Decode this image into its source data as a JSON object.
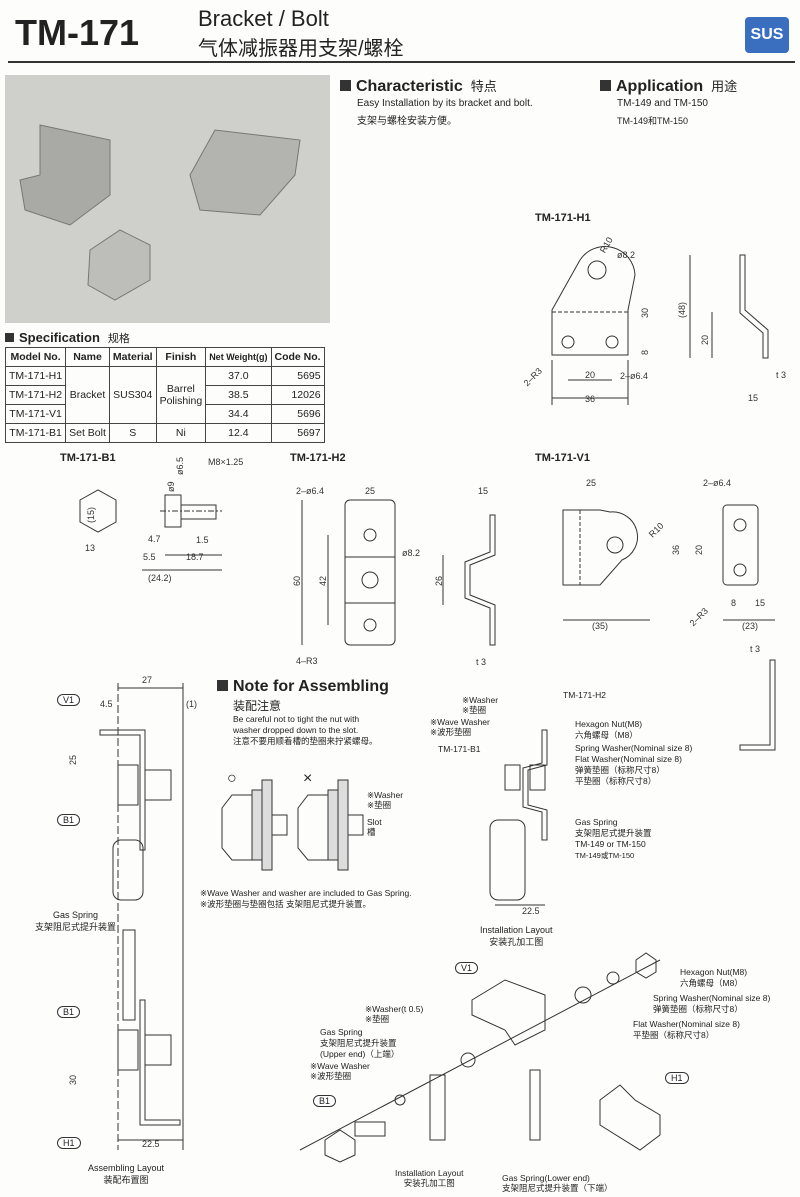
{
  "header": {
    "model": "TM-171",
    "title_en": "Bracket / Bolt",
    "title_cn": "气体减振器用支架/螺栓",
    "badge": "SUS",
    "badge_color": "#3a6fc0"
  },
  "characteristic": {
    "title": "Characteristic",
    "title_cn": "特点",
    "text_en": "Easy Installation by its bracket and bolt.",
    "text_cn": "支架与螺栓安装方便。"
  },
  "application": {
    "title": "Application",
    "title_cn": "用途",
    "text_en": "TM-149 and TM-150",
    "text_cn": "TM-149和TM-150"
  },
  "specification": {
    "title": "Specification",
    "title_cn": "规格",
    "headers": [
      "Model No.",
      "Name",
      "Material",
      "Finish",
      "Net Weight(g)",
      "Code No."
    ],
    "rows": [
      {
        "model": "TM-171-H1",
        "weight": "37.0",
        "code": "5695"
      },
      {
        "model": "TM-171-H2",
        "weight": "38.5",
        "code": "12026"
      },
      {
        "model": "TM-171-V1",
        "weight": "34.4",
        "code": "5696"
      },
      {
        "model": "TM-171-B1",
        "weight": "12.4",
        "code": "5697"
      }
    ],
    "bracket_name": "Bracket",
    "bracket_material": "SUS304",
    "bracket_finish": "Barrel Polishing",
    "bolt_name": "Set Bolt",
    "bolt_material": "S",
    "bolt_finish": "Ni"
  },
  "drawings": {
    "h1": {
      "title": "TM-171-H1",
      "dims": [
        "R10",
        "ø8.2",
        "30",
        "8",
        "2–R3",
        "20",
        "2–ø6.4",
        "36",
        "(48)",
        "20",
        "t 3",
        "15"
      ]
    },
    "b1": {
      "title": "TM-171-B1",
      "dims": [
        "M8×1.25",
        "ø6.5",
        "ø9",
        "(15)",
        "4.7",
        "1.5",
        "13",
        "5.5",
        "18.7",
        "(24.2)"
      ]
    },
    "h2": {
      "title": "TM-171-H2",
      "dims": [
        "2–ø6.4",
        "25",
        "15",
        "ø8.2",
        "42",
        "60",
        "26",
        "4–R3",
        "t 3"
      ]
    },
    "v1": {
      "title": "TM-171-V1",
      "dims": [
        "25",
        "2–ø6.4",
        "R10",
        "36",
        "20",
        "2–R3",
        "8",
        "15",
        "(35)",
        "(23)",
        "t 3"
      ]
    }
  },
  "note": {
    "title": "Note for Assembling",
    "title_cn": "装配注意",
    "text_en_1": "Be careful not to tight the nut with",
    "text_en_2": "washer dropped down to the slot.",
    "text_cn": "注意不要用顺着槽的垫圈来拧紧螺母。",
    "ok": "○",
    "ng": "×",
    "washer_en": "※Washer",
    "washer_cn": "※垫圈",
    "slot_en": "Slot",
    "slot_cn": "槽",
    "foot_en": "※Wave Washer and washer are included to Gas Spring.",
    "foot_cn": "※波形垫圈与垫圈包括 支架阻尼式提升装置。"
  },
  "assembling": {
    "dims": [
      "27",
      "4.5",
      "(1)",
      "25",
      "30",
      "22.5"
    ],
    "v1": "V1",
    "b1": "B1",
    "b1b": "B1",
    "h1": "H1",
    "gas_en": "Gas Spring",
    "gas_cn": "支架阻尼式提升装置",
    "caption_en": "Assembling Layout",
    "caption_cn": "装配布置图"
  },
  "install1": {
    "washer_en": "※Washer",
    "washer_cn": "※垫圈",
    "wave_en": "※Wave Washer",
    "wave_cn": "※波形垫圈",
    "b1": "TM-171-B1",
    "h2": "TM-171-H2",
    "nut_en": "Hexagon Nut(M8)",
    "nut_cn": "六角螺母（M8）",
    "spring_en": "Spring Washer(Nominal size 8)",
    "flat_en": "Flat Washer(Nominal size 8)",
    "spring_cn": "弹簧垫圈（标称尺寸8）",
    "flat_cn": "平垫圈（标称尺寸8）",
    "gas_en": "Gas Spring",
    "gas_cn": "支架阻尼式提升装置",
    "gas_model_en": "TM-149 or TM-150",
    "gas_model_cn": "TM-149或TM-150",
    "dim": "22.5",
    "caption_en": "Installation Layout",
    "caption_cn": "安装孔加工图"
  },
  "install2": {
    "v1": "V1",
    "h1": "H1",
    "b1": "B1",
    "nut_en": "Hexagon Nut(M8)",
    "nut_cn": "六角螺母（M8）",
    "spring_en": "Spring Washer(Nominal size 8)",
    "spring_cn": "弹簧垫圈（标称尺寸8）",
    "flat_en": "Flat Washer(Nominal size 8)",
    "flat_cn": "平垫圈（标称尺寸8）",
    "washer_en": "※Washer(t 0.5)",
    "washer_cn": "※垫圈",
    "gas_en": "Gas Spring",
    "gas_cn": "支架阻尼式提升装置",
    "gas_upper": "(Upper end)（上端）",
    "wave_en": "※Wave Washer",
    "wave_cn": "※波形垫圈",
    "lower_en": "Gas Spring(Lower end)",
    "lower_cn": "支架阻尼式提升装置（下端）",
    "caption_en": "Installation Layout",
    "caption_cn": "安装孔加工图"
  }
}
